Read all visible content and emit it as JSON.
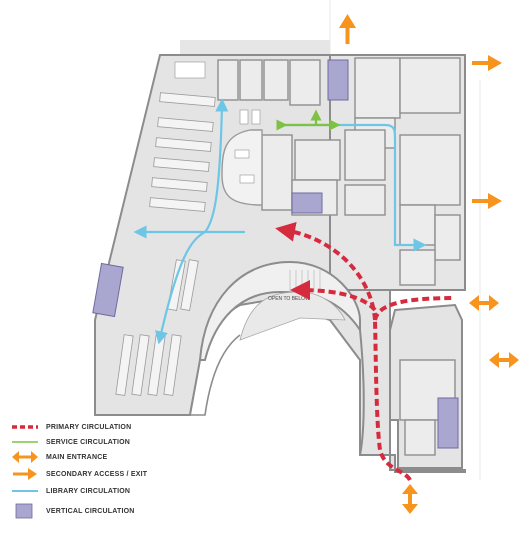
{
  "plan": {
    "open_to_below_label": "OPEN TO BELOW"
  },
  "legend": {
    "items": [
      {
        "key": "primary",
        "label": "PRIMARY CIRCULATION",
        "symbol": "dashed-red-line",
        "color": "#d62b3f"
      },
      {
        "key": "service",
        "label": "SERVICE CIRCULATION",
        "symbol": "green-line",
        "color": "#7dc242"
      },
      {
        "key": "main",
        "label": "MAIN ENTRANCE",
        "symbol": "double-arrow",
        "color": "#f7941d"
      },
      {
        "key": "secondary",
        "label": "SECONDARY ACCESS / EXIT",
        "symbol": "single-arrow",
        "color": "#f7941d"
      },
      {
        "key": "library",
        "label": "LIBRARY CIRCULATION",
        "symbol": "blue-line",
        "color": "#6ec6e6"
      },
      {
        "key": "vertical",
        "label": "VERTICAL CIRCULATION",
        "symbol": "purple-box",
        "color": "#a9a6d0"
      }
    ]
  },
  "colors": {
    "primary": "#d62b3f",
    "service": "#7dc242",
    "orange": "#f7941d",
    "library": "#6ec6e6",
    "vertical": "#a9a6d0",
    "wall": "#9a9a9a",
    "floor": "#e2e2e2"
  }
}
